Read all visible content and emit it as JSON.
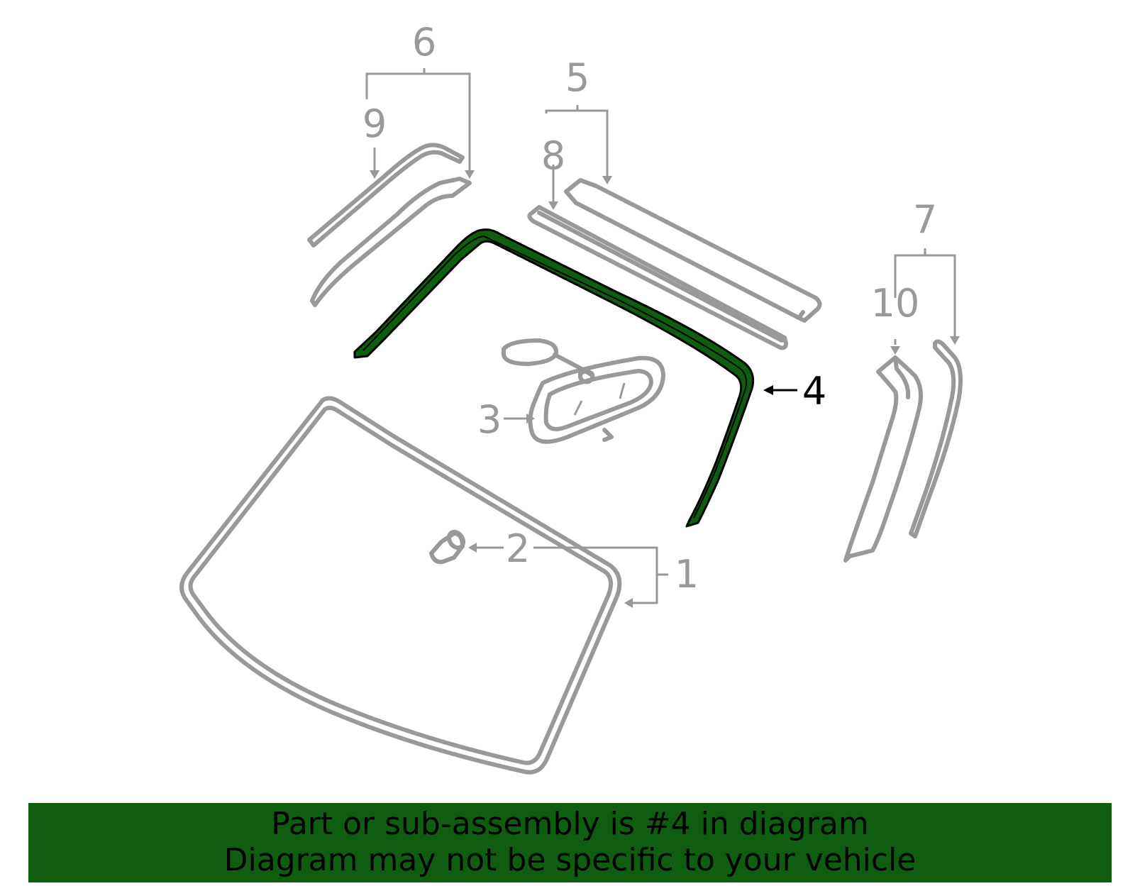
{
  "diagram": {
    "callouts": {
      "c1": "1",
      "c2": "2",
      "c3": "3",
      "c4": "4",
      "c5": "5",
      "c6": "6",
      "c7": "7",
      "c8": "8",
      "c9": "9",
      "c10": "10"
    },
    "highlighted_part": "4",
    "colors": {
      "highlight": "#0f5e0f",
      "part_outline": "#999999",
      "banner_background": "#0f5e0f"
    }
  },
  "banner": {
    "line1": "Part or sub-assembly is #4 in diagram",
    "line2": "Diagram may not be specific to your vehicle"
  }
}
